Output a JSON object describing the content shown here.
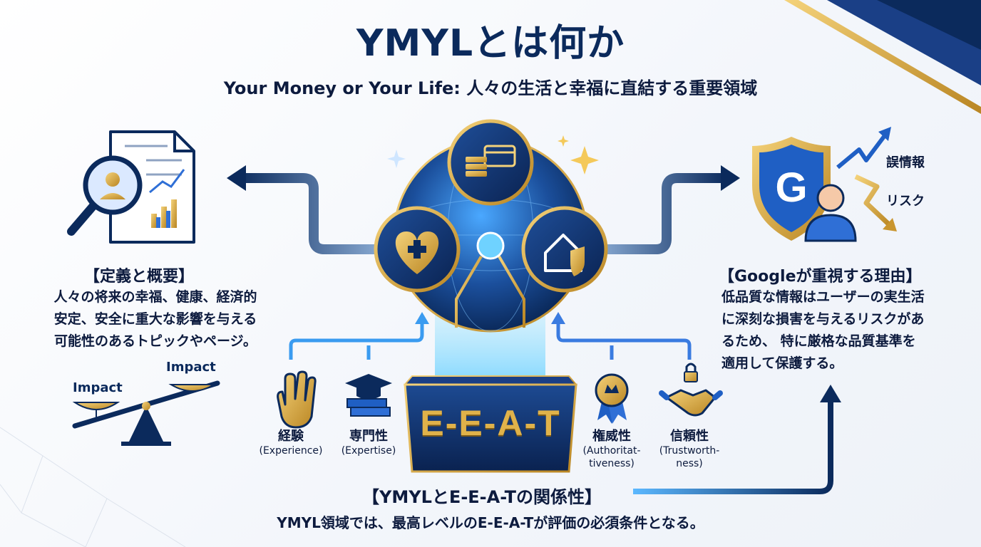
{
  "header": {
    "title": "YMYLとは何か",
    "subtitle": "Your Money or Your Life: 人々の生活と幸福に直結する重要領域"
  },
  "left_panel": {
    "heading": "【定義と概要】",
    "body_lines": [
      "人々の将来の幸福、健康、経済的",
      "安定、安全に重大な影響を与える",
      "可能性のあるトピックやページ。"
    ],
    "impact_left": "Impact",
    "impact_right": "Impact"
  },
  "right_panel": {
    "heading": "【Googleが重視する理由】",
    "body_lines": [
      "低品質な情報はユーザーの実生活",
      "に深刻な損害を与えるリスクがあ",
      "るため、 特に厳格な品質基準を",
      "適用して保護する。"
    ],
    "tag_misinfo": "誤情報",
    "tag_risk": "リスク"
  },
  "center": {
    "box_label": "E-E-A-T",
    "pillars": [
      {
        "label": "経験",
        "sub": "(Experience)",
        "icon": "hand-icon"
      },
      {
        "label": "専門性",
        "sub": "(Expertise)",
        "icon": "graduation-cap-icon"
      },
      {
        "label": "権威性",
        "sub": "(Authoritat-\ntiveness)",
        "icon": "award-ribbon-icon"
      },
      {
        "label": "信頼性",
        "sub": "(Trustworth-\nness)",
        "icon": "handshake-lock-icon"
      }
    ],
    "globe_icons": [
      "money-card-icon",
      "health-heart-icon",
      "home-shield-icon"
    ]
  },
  "bottom": {
    "heading": "【YMYLとE-E-A-Tの関係性】",
    "body": "YMYL領域では、最高レベルのE-E-A-Tが評価の必須条件となる。"
  },
  "colors": {
    "navy": "#0b2a5c",
    "blue": "#2f6fd6",
    "gold": "#d9a73a"
  }
}
